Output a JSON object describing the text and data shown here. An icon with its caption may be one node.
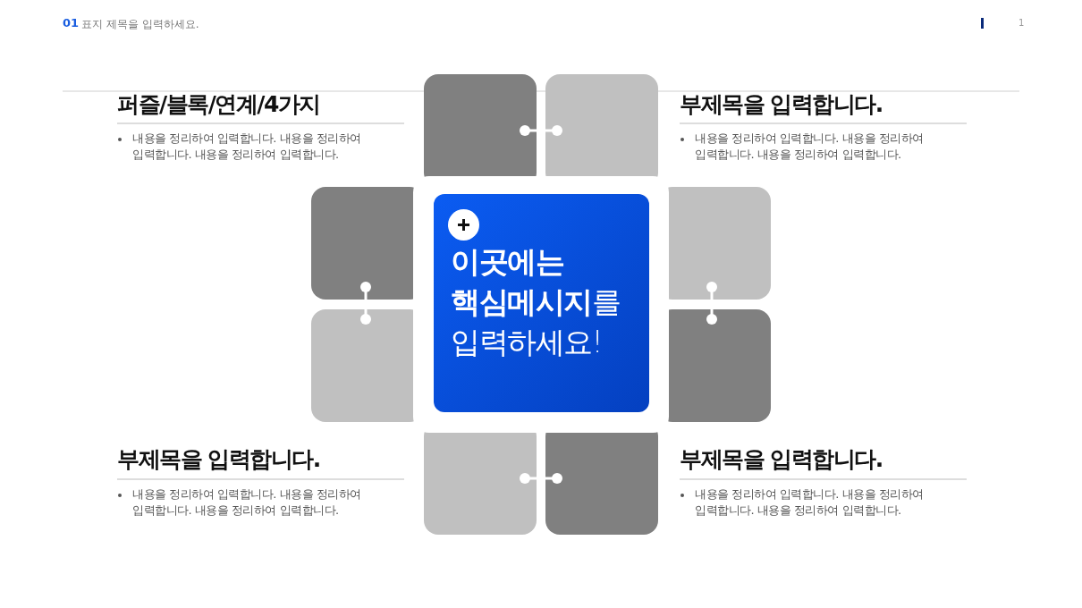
{
  "diagram": {
    "nodes": [
      {
        "text": [
          "**이곳에는 핵심메시지**를 입력하세요!"
        ]
      }
    ],
    "labels": [
      "01",
      "표지 제목을 입력하세요.",
      "1",
      "퍼즐/블록/연계/4가지",
      "내용을 정리하여 입력합니다. 내용을 정리하여 입력합니다. 내용을 정리하여 입력합니다.",
      "부제목을 입력합니다.",
      "내용을 정리하여 입력합니다. 내용을 정리하여 입력합니다. 내용을 정리하여 입력합니다.",
      "부제목을 입력합니다.",
      "내용을 정리하여 입력합니다. 내용을 정리하여 입력합니다. 내용을 정리하여 입력합니다.",
      "부제목을 입력합니다.",
      "내용을 정리하여 입력합니다. 내용을 정리하여 입력합니다. 내용을 정리하여 입력합니다."
    ]
  }
}
